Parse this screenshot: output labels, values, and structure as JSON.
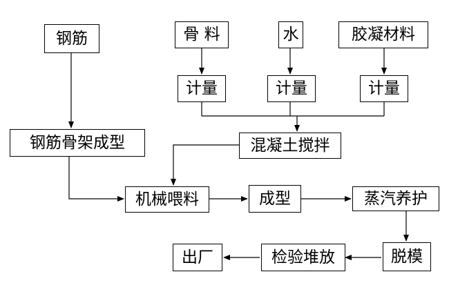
{
  "diagram": {
    "nodes": {
      "rebar": "钢筋",
      "aggregate": "骨 料",
      "water": "水",
      "binder": "胶凝材料",
      "measure_aggregate": "计量",
      "measure_water": "计量",
      "measure_binder": "计量",
      "rebar_cage_forming": "钢筋骨架成型",
      "concrete_mixing": "混凝土搅拌",
      "mechanical_feeding": "机械喂料",
      "forming": "成型",
      "steam_curing": "蒸汽养护",
      "demolding": "脱模",
      "inspection_stacking": "检验堆放",
      "factory_exit": "出厂"
    },
    "colors": {
      "stroke": "#000000",
      "background": "#ffffff"
    }
  }
}
